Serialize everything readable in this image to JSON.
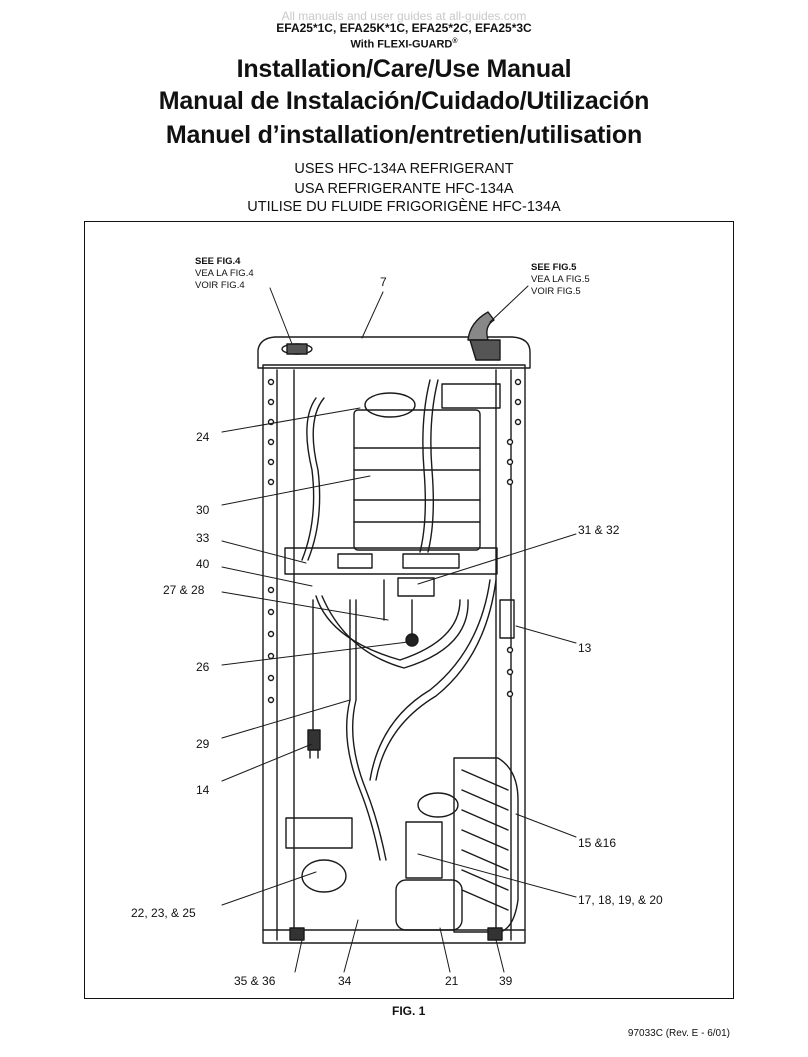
{
  "header": {
    "watermark": "All manuals and user guides at all-guides.com",
    "models": "EFA25*1C, EFA25K*1C, EFA25*2C, EFA25*3C",
    "subtitle": "With FLEXI-GUARD",
    "subtitle_mark": "®",
    "title_en": "Installation/Care/Use Manual",
    "title_es": "Manual de Instalación/Cuidado/Utilización",
    "title_fr": "Manuel d’installation/entretien/utilisation"
  },
  "refrigerant": {
    "en": "USES HFC-134A REFRIGERANT",
    "es": "USA REFRIGERANTE HFC-134A",
    "fr": "UTILISE DU FLUIDE FRIGORIGÈNE HFC-134A"
  },
  "figure": {
    "see_fig4": {
      "en": "SEE FIG.4",
      "es": "VEA LA FIG.4",
      "fr": "VOIR FIG.4"
    },
    "see_fig5": {
      "en": "SEE FIG.5",
      "es": "VEA LA FIG.5",
      "fr": "VOIR FIG.5"
    },
    "callouts": {
      "c7": "7",
      "c24": "24",
      "c30": "30",
      "c33": "33",
      "c40": "40",
      "c27_28": "27 & 28",
      "c26": "26",
      "c29": "29",
      "c14": "14",
      "c22_23_25": "22, 23, &  25",
      "c35_36": "35 & 36",
      "c34": "34",
      "c21": "21",
      "c39": "39",
      "c31_32": "31 & 32",
      "c13": "13",
      "c15_16": "15 &16",
      "c17_20": "17, 18, 19, &  20"
    },
    "caption": "FIG. 1"
  },
  "footer": {
    "doc_number": "97033C (Rev. E - 6/01)"
  }
}
